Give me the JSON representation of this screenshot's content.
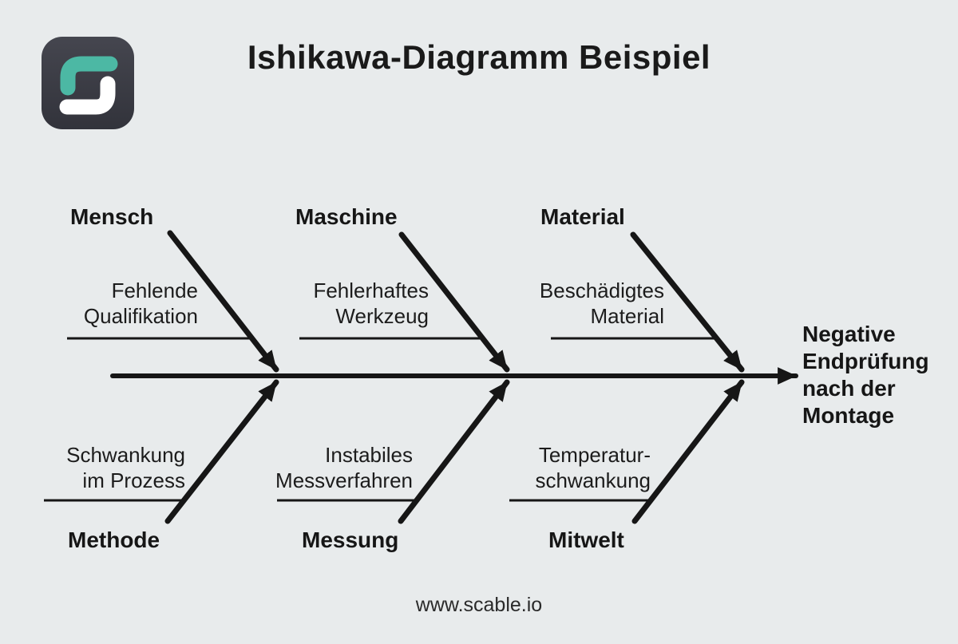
{
  "page": {
    "background": "#e8ebec"
  },
  "header": {
    "title": "Ishikawa-Diagramm Beispiel",
    "logo": {
      "name": "scable-logo",
      "background_top": "#45464f",
      "background_bottom": "#32333b",
      "accent": "#4cb8a4",
      "letter_color": "#ffffff"
    }
  },
  "diagram": {
    "type": "ishikawa-fishbone",
    "line_color": "#161616",
    "effect": "Negative\nEndprüfung\nnach der\nMontage",
    "top": [
      {
        "label": "Mensch",
        "cause": "Fehlende\nQualifikation"
      },
      {
        "label": "Maschine",
        "cause": "Fehlerhaftes\nWerkzeug"
      },
      {
        "label": "Material",
        "cause": "Beschädigtes\nMaterial"
      }
    ],
    "bottom": [
      {
        "label": "Methode",
        "cause": "Schwankung\nim Prozess"
      },
      {
        "label": "Messung",
        "cause": "Instabiles\nMessverfahren"
      },
      {
        "label": "Mitwelt",
        "cause": "Temperatur-\nschwankung"
      }
    ]
  },
  "footer": {
    "url": "www.scable.io"
  }
}
